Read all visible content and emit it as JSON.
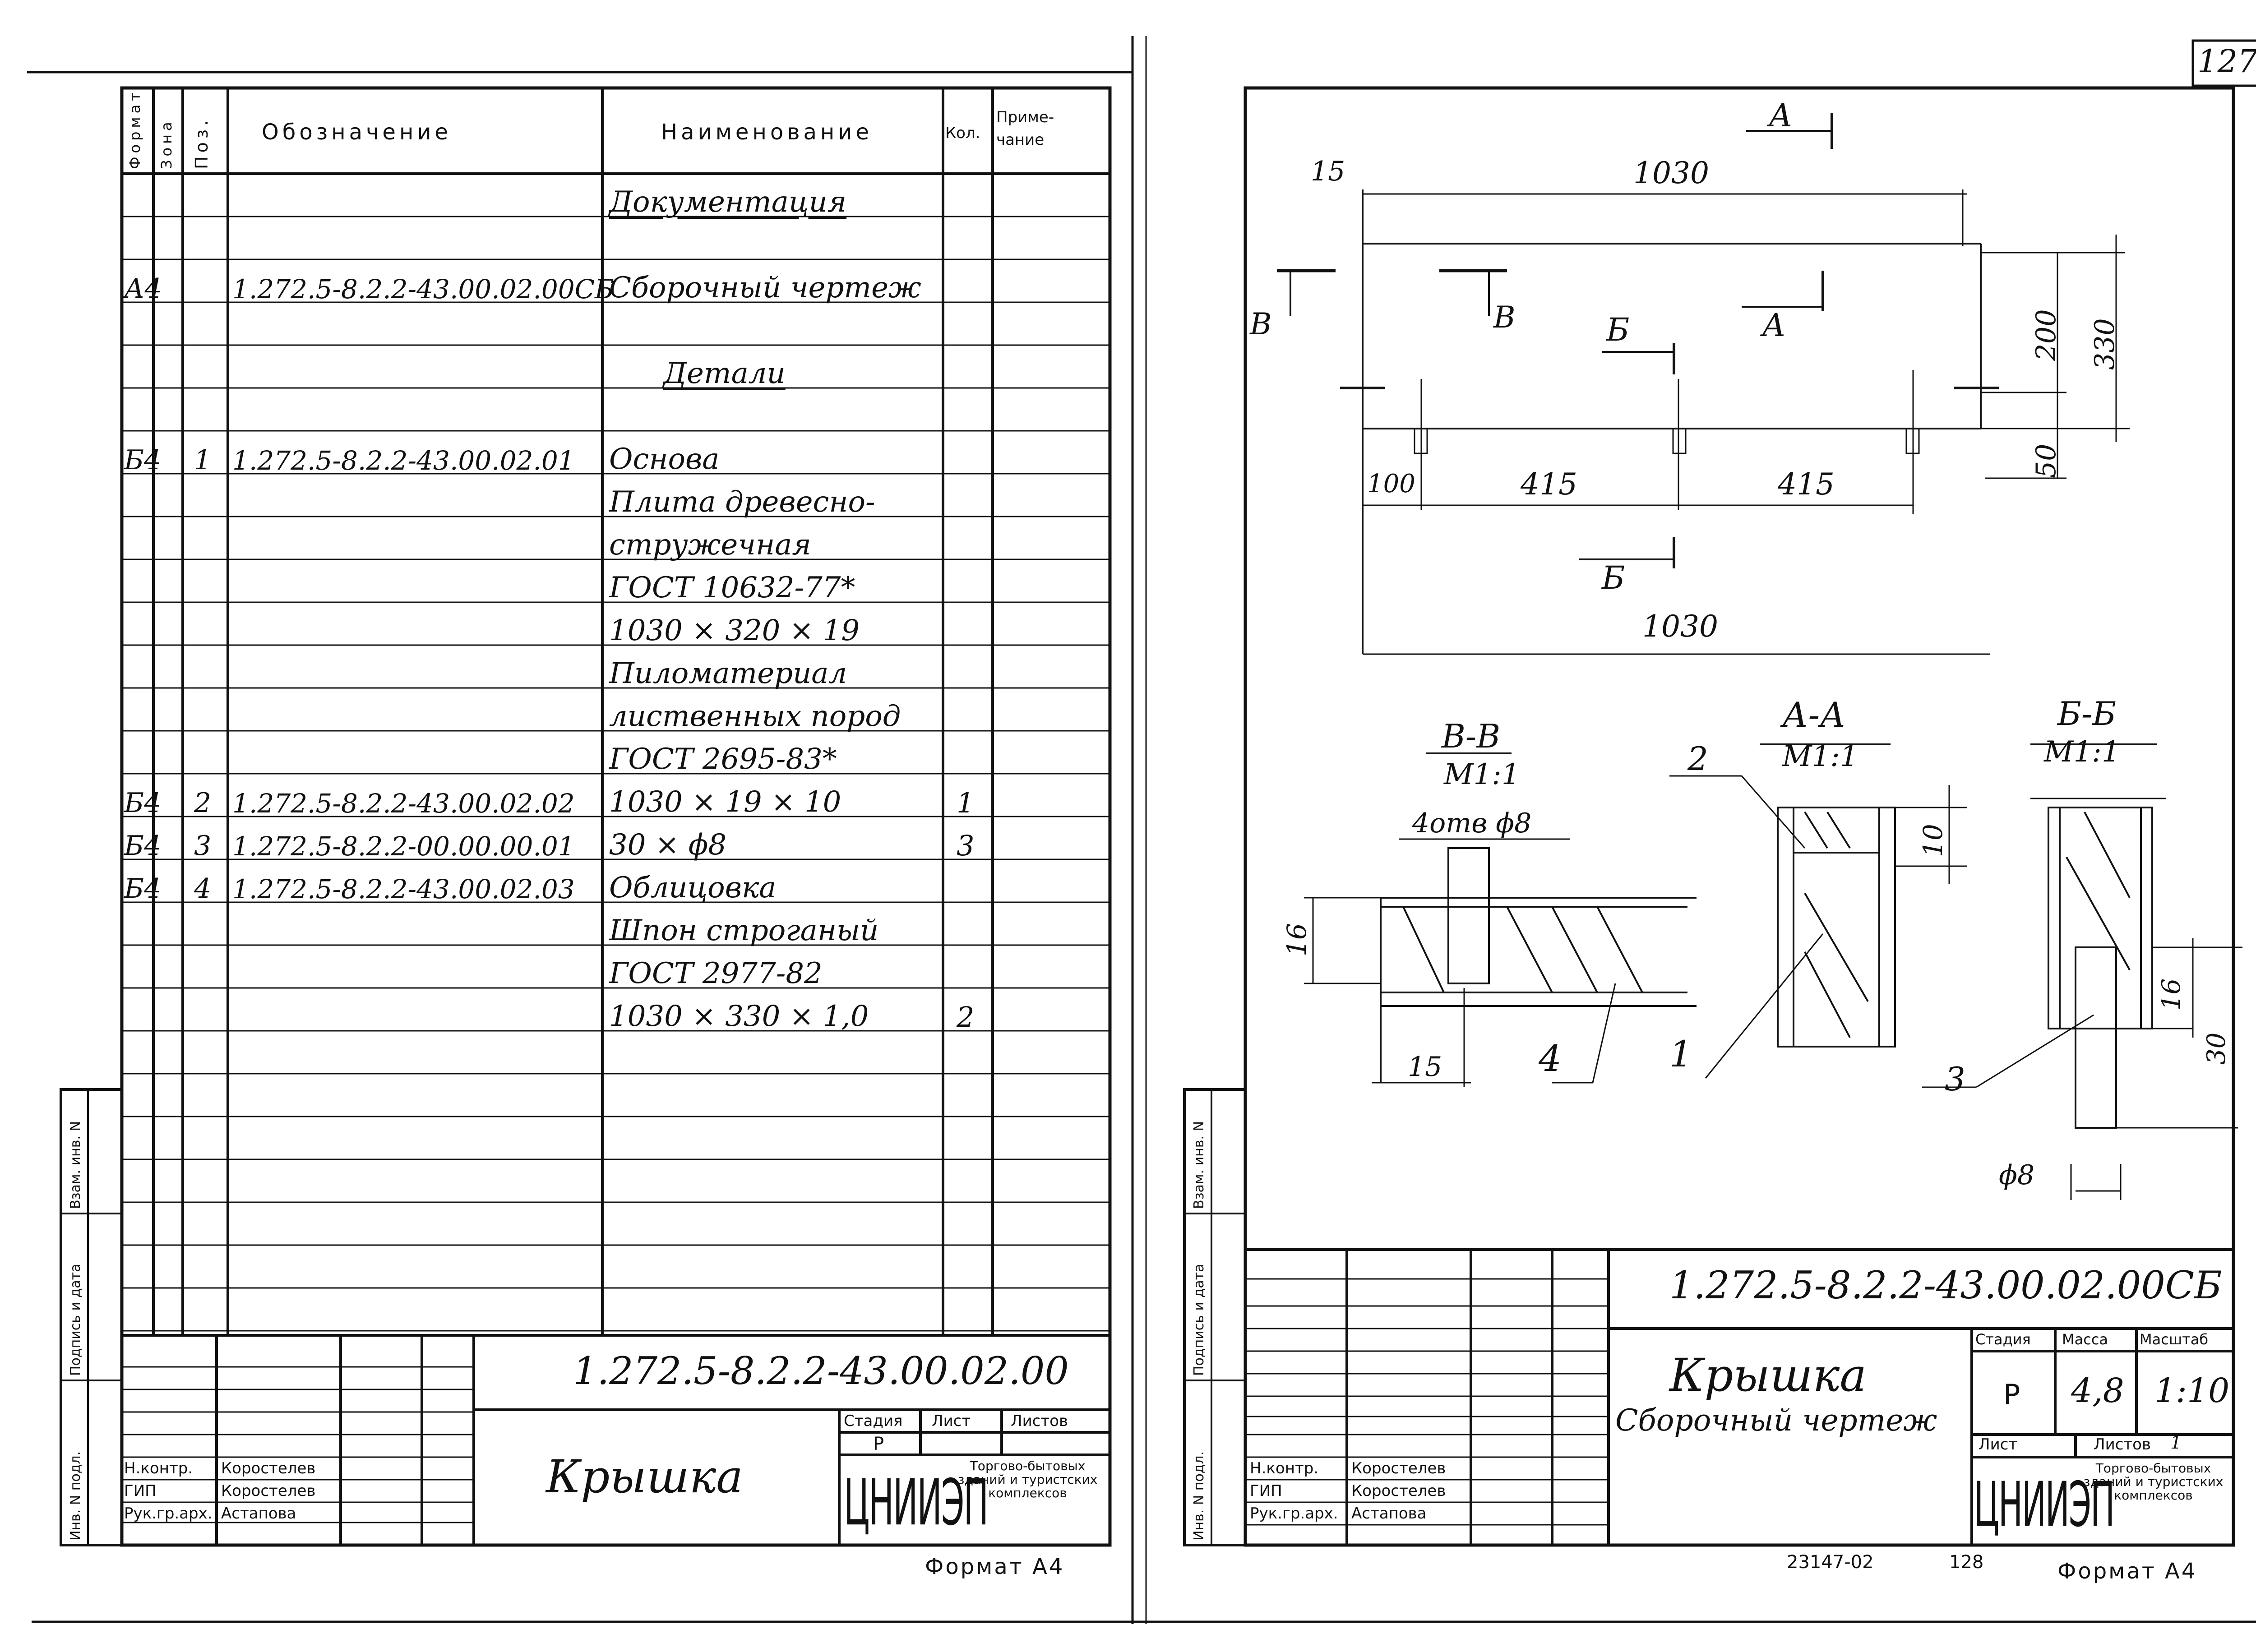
{
  "page_number": "127",
  "left_sheet": {
    "headers": {
      "format": "Формат",
      "zone": "Зона",
      "pos": "Поз.",
      "designation": "Обозначение",
      "name": "Наименование",
      "qty": "Кол.",
      "note": "Приме-чание"
    },
    "rows": [
      {
        "format": "",
        "pos": "",
        "designation": "",
        "name": "Документация",
        "qty": "",
        "underline": true
      },
      {
        "format": "А4",
        "pos": "",
        "designation": "1.272.5-8.2.2-43.00.02.00СБ",
        "name": "Сборочный чертеж",
        "qty": ""
      },
      {
        "format": "",
        "pos": "",
        "designation": "",
        "name": "Детали",
        "qty": "",
        "underline": true
      },
      {
        "format": "Б4",
        "pos": "1",
        "designation": "1.272.5-8.2.2-43.00.02.01",
        "name": "Основа",
        "qty": ""
      },
      {
        "format": "",
        "pos": "",
        "designation": "",
        "name": "Плита древесно-",
        "qty": ""
      },
      {
        "format": "",
        "pos": "",
        "designation": "",
        "name": "стружечная",
        "qty": ""
      },
      {
        "format": "",
        "pos": "",
        "designation": "",
        "name": "ГОСТ 10632-77*",
        "qty": ""
      },
      {
        "format": "",
        "pos": "",
        "designation": "",
        "name": "1030 × 320 × 19",
        "qty": ""
      },
      {
        "format": "",
        "pos": "",
        "designation": "",
        "name": "Пиломатериал",
        "qty": ""
      },
      {
        "format": "",
        "pos": "",
        "designation": "",
        "name": "лиственных пород",
        "qty": ""
      },
      {
        "format": "",
        "pos": "",
        "designation": "",
        "name": "ГОСТ 2695-83*",
        "qty": ""
      },
      {
        "format": "Б4",
        "pos": "2",
        "designation": "1.272.5-8.2.2-43.00.02.02",
        "name": "1030 × 19 × 10",
        "qty": "1"
      },
      {
        "format": "Б4",
        "pos": "3",
        "designation": "1.272.5-8.2.2-00.00.00.01",
        "name": "30 × ϕ8",
        "qty": "3"
      },
      {
        "format": "Б4",
        "pos": "4",
        "designation": "1.272.5-8.2.2-43.00.02.03",
        "name": "Облицовка",
        "qty": ""
      },
      {
        "format": "",
        "pos": "",
        "designation": "",
        "name": "Шпон строганый",
        "qty": ""
      },
      {
        "format": "",
        "pos": "",
        "designation": "",
        "name": "ГОСТ 2977-82",
        "qty": ""
      },
      {
        "format": "",
        "pos": "",
        "designation": "",
        "name": "1030 × 330 × 1,0",
        "qty": "2"
      }
    ],
    "side_labels": [
      "Инв. N подл.",
      "Подпись и дата",
      "Взам. инв. N"
    ],
    "title_block": {
      "code": "1.272.5-8.2.2-43.00.02.00",
      "title": "Крышка",
      "stage_label": "Стадия",
      "stage": "Р",
      "sheet_label": "Лист",
      "sheets_label": "Листов",
      "org_logo": "ЦНИИЭП",
      "org_name": "Торгово-бытовых зданий и туристских комплексов",
      "roles": [
        {
          "role": "Н.контр.",
          "name": "Коростелев"
        },
        {
          "role": "ГИП",
          "name": "Коростелев"
        },
        {
          "role": "Рук.гр.арх.",
          "name": "Астапова"
        }
      ],
      "format": "Формат А4"
    }
  },
  "right_sheet": {
    "dims": {
      "top": "1030",
      "left_offset": "15",
      "h1": "200",
      "h2": "330",
      "h3": "50",
      "s1": "100",
      "s2": "415",
      "s3": "415",
      "bottom": "1030"
    },
    "section_marks": {
      "a": "А",
      "b": "Б",
      "v": "В"
    },
    "sections": [
      {
        "title": "В-В",
        "scale": "М1:1",
        "note": "4отв ϕ8",
        "dim1": "16",
        "dim2": "15"
      },
      {
        "title": "А-А",
        "scale": "М1:1",
        "dim1": "10"
      },
      {
        "title": "Б-Б",
        "scale": "М1:1",
        "dim1": "16",
        "dim2": "30",
        "dim3": "ϕ8"
      }
    ],
    "callouts": [
      "1",
      "2",
      "3",
      "4"
    ],
    "title_block": {
      "code": "1.272.5-8.2.2-43.00.02.00СБ",
      "title": "Крышка",
      "subtitle": "Сборочный чертеж",
      "stage_label": "Стадия",
      "mass_label": "Масса",
      "scale_label": "Масштаб",
      "stage": "Р",
      "mass": "4,8",
      "scale": "1:10",
      "sheet_label": "Лист",
      "sheets_label": "Листов",
      "sheets": "1",
      "org_logo": "ЦНИИЭП",
      "org_name": "Торгово-бытовых зданий и туристских комплексов",
      "roles": [
        {
          "role": "Н.контр.",
          "name": "Коростелев"
        },
        {
          "role": "ГИП",
          "name": "Коростелев"
        },
        {
          "role": "Рук.гр.арх.",
          "name": "Астапова"
        }
      ],
      "format": "Формат А4",
      "bottom_code": "23147-02",
      "bottom_num": "128"
    }
  }
}
